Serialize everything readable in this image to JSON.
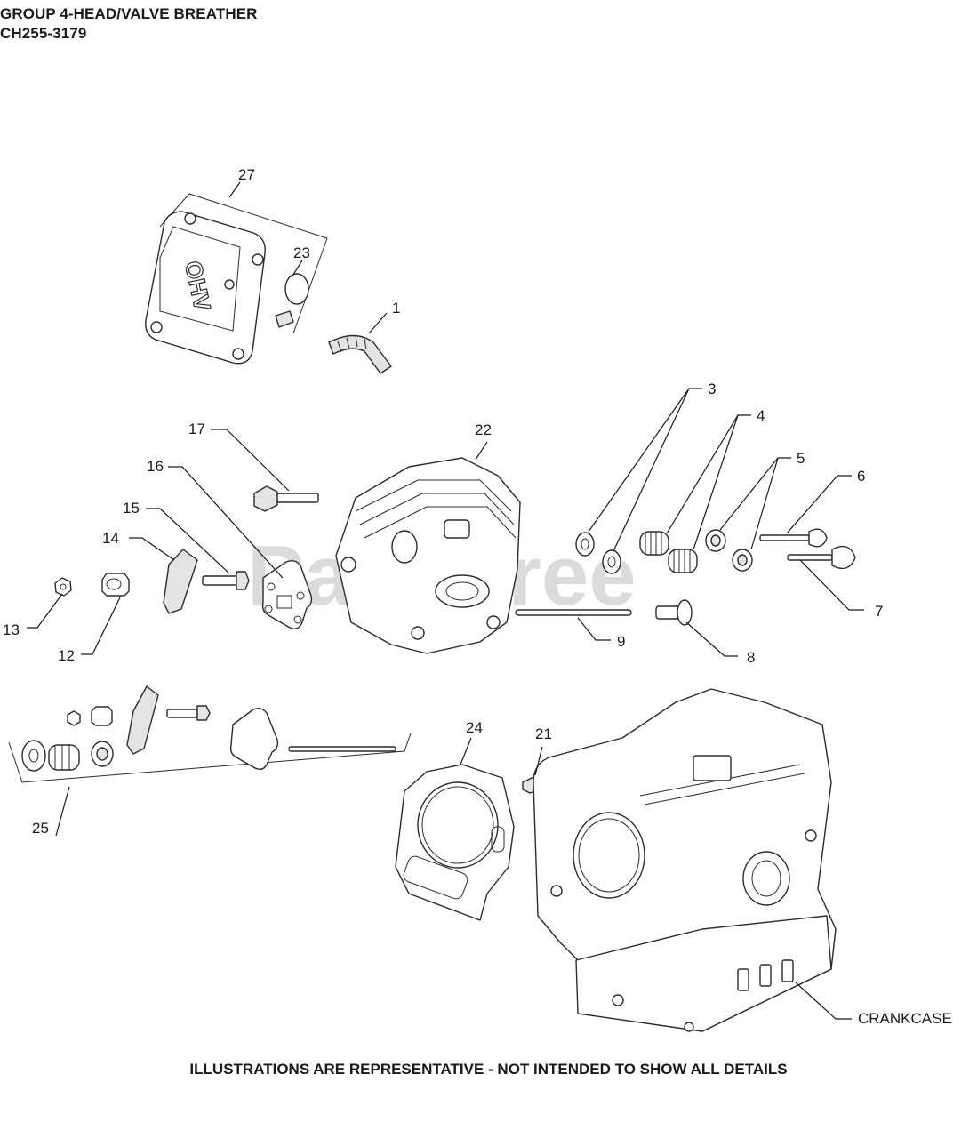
{
  "title": {
    "line1": "GROUP 4-HEAD/VALVE BREATHER",
    "line2": "CH255-3179"
  },
  "footer": "ILLUSTRATIONS ARE REPRESENTATIVE - NOT INTENDED TO SHOW ALL DETAILS",
  "watermark": "PartsTree",
  "callouts": {
    "c1": "1",
    "c3": "3",
    "c4": "4",
    "c5": "5",
    "c6": "6",
    "c7": "7",
    "c8": "8",
    "c9": "9",
    "c12": "12",
    "c13": "13",
    "c14": "14",
    "c15": "15",
    "c16": "16",
    "c17": "17",
    "c21": "21",
    "c22": "22",
    "c23": "23",
    "c24": "24",
    "c25": "25",
    "c27": "27",
    "crankcase": "CRANKCASE"
  },
  "valve_cover_text": "OHV"
}
